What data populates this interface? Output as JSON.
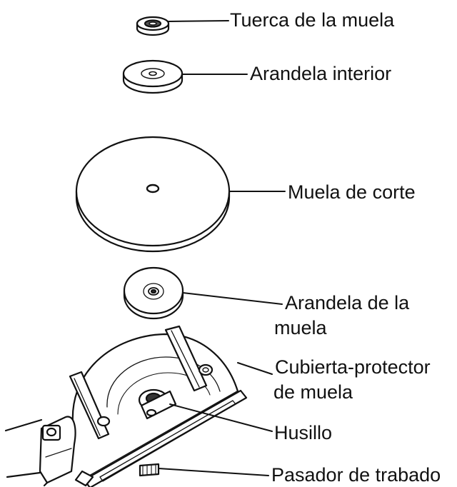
{
  "labels": {
    "wheel_nut": "Tuerca de la muela",
    "inner_washer": "Arandela interior",
    "cutting_wheel": "Muela de corte",
    "wheel_washer_line1": "Arandela de la",
    "wheel_washer_line2": "muela",
    "wheel_guard_line1": "Cubierta-protector",
    "wheel_guard_line2": "de muela",
    "spindle": "Husillo",
    "lock_pin": "Pasador de trabado"
  },
  "colors": {
    "ink": "#111111",
    "background": "#ffffff"
  }
}
